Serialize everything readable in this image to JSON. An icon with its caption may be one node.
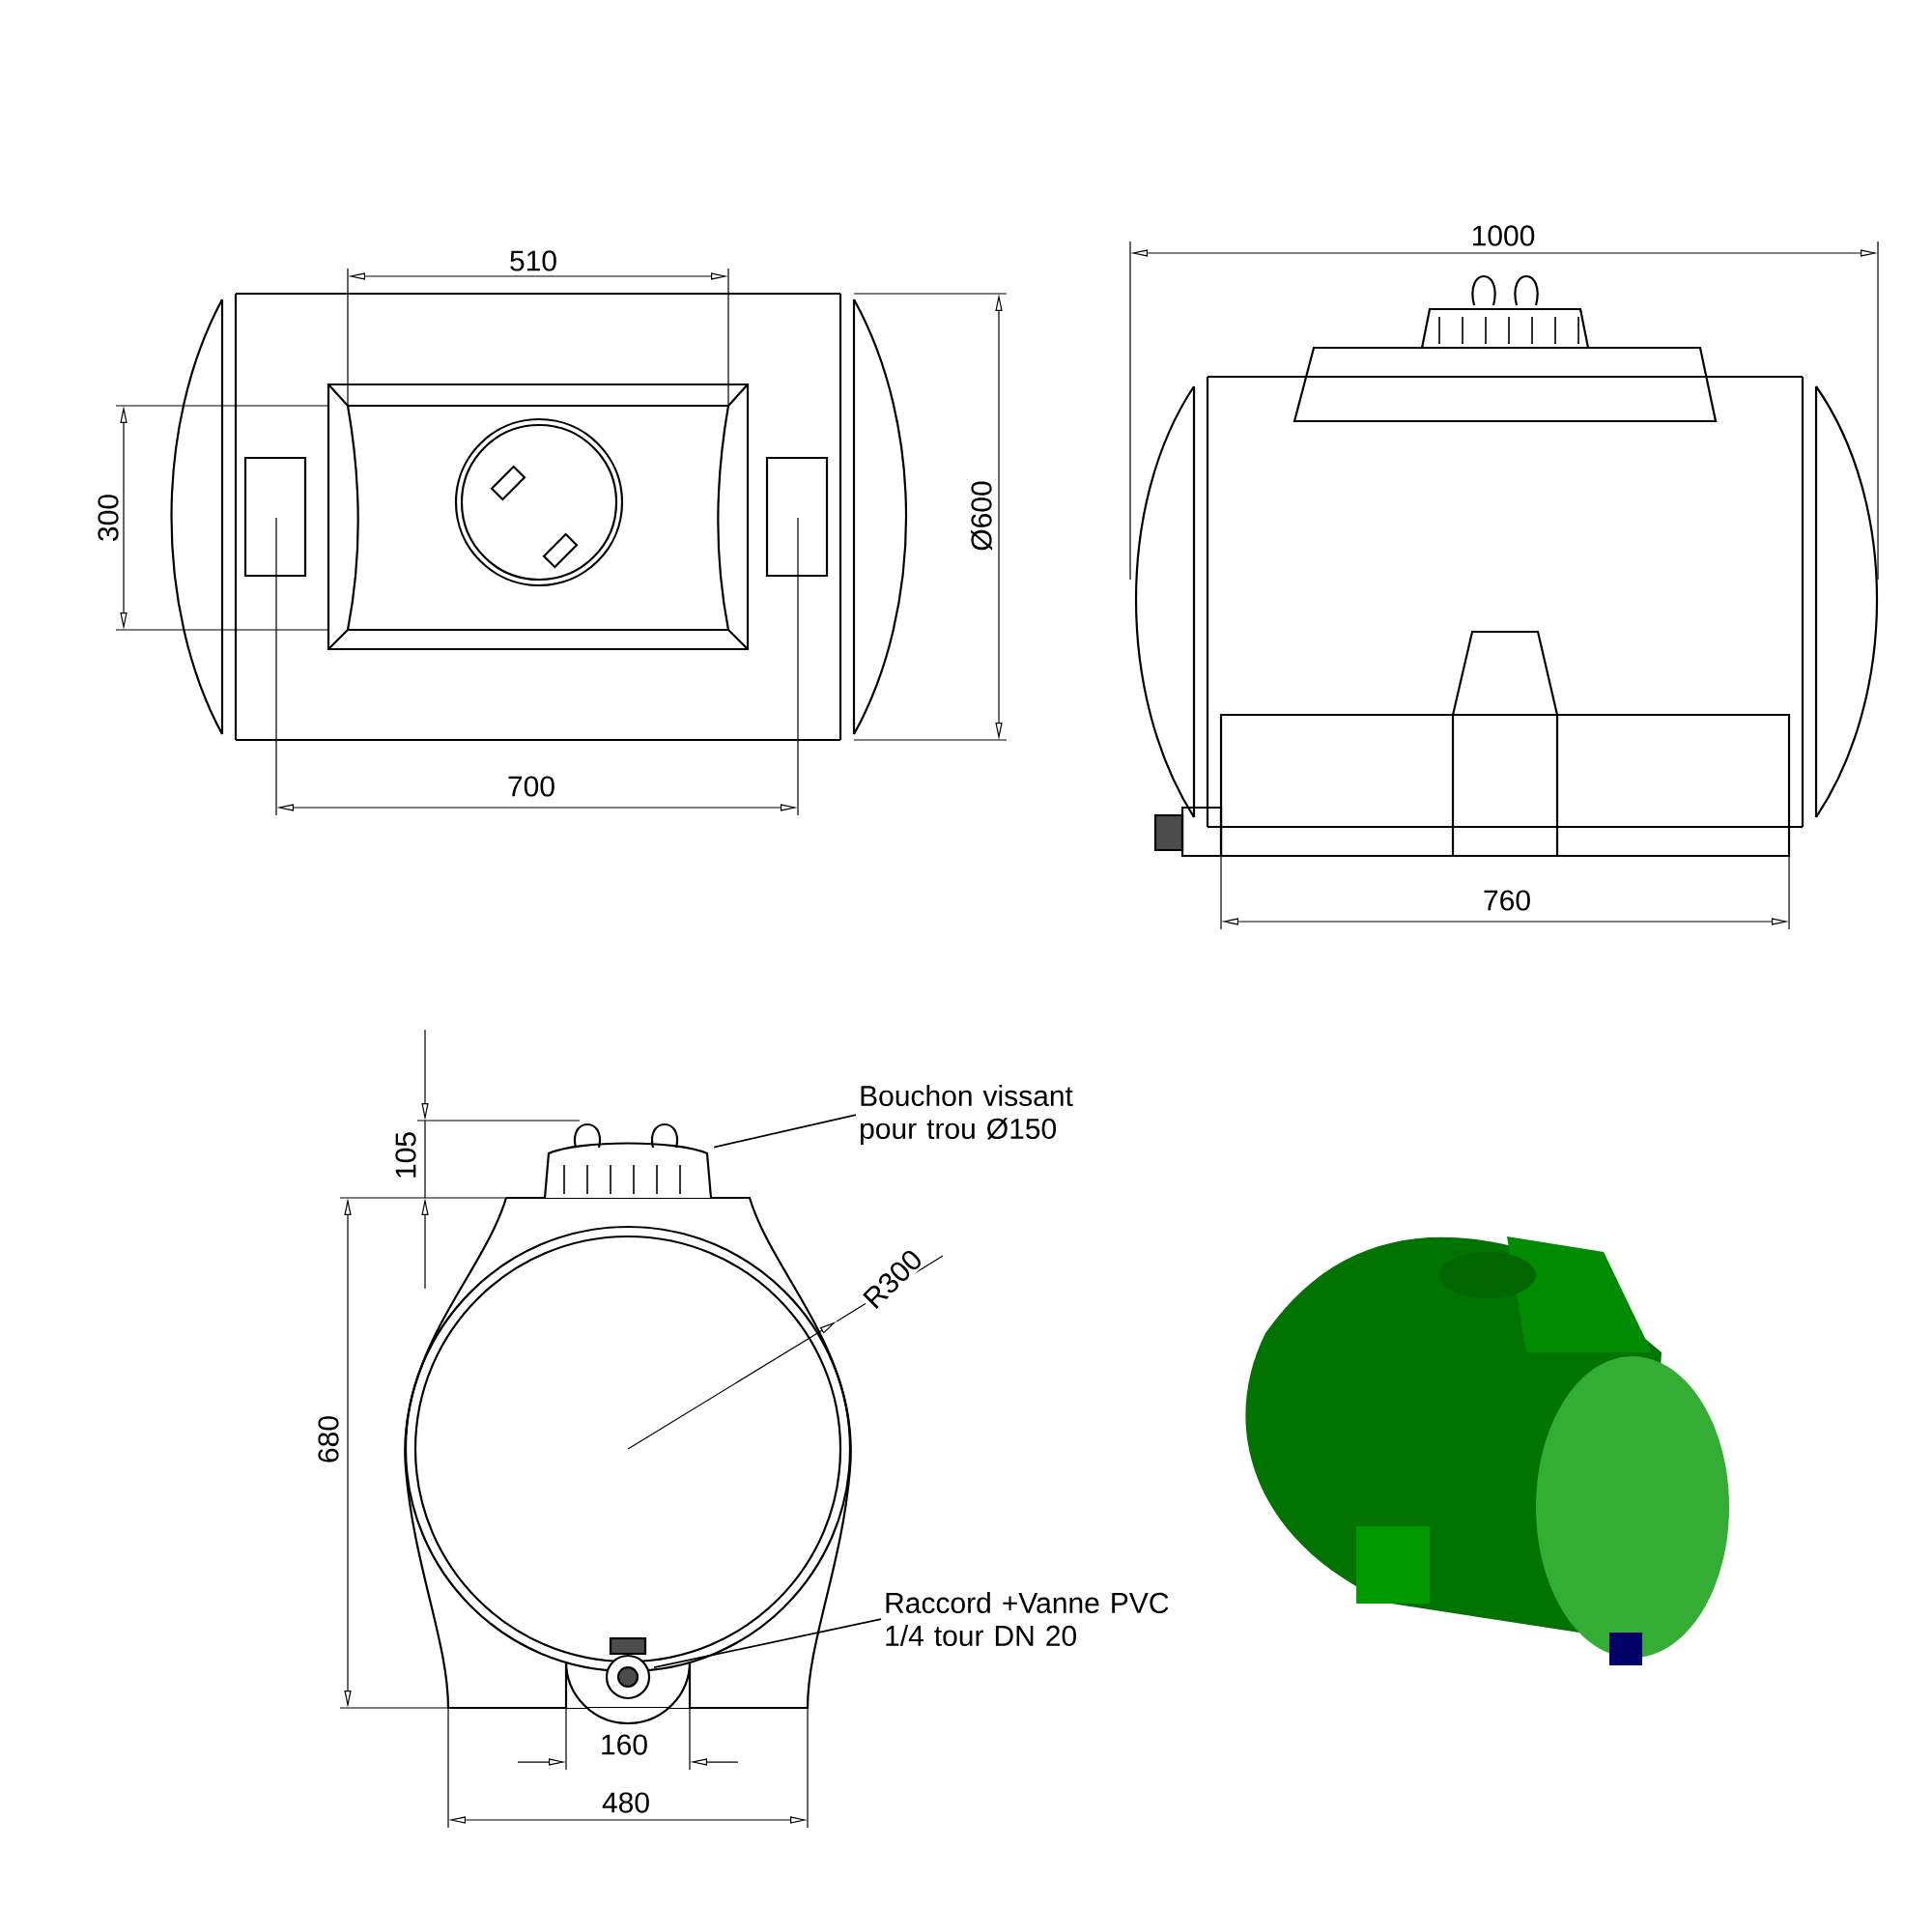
{
  "diagram": {
    "nodes": [
      {
        "text": [
          "Bouchon vissant pour trou Ø150"
        ]
      },
      {
        "text": [],
        "shape": "picture"
      },
      {
        "text": [
          "Raccord +Vanne PVC 1/4 tour DN 20"
        ]
      },
      {
        "text": [],
        "shape": "picture"
      }
    ],
    "edges": [
      {
        "from": 0,
        "to": 1,
        "arrow": "none"
      },
      {
        "from": 2,
        "to": 3,
        "arrow": "none"
      }
    ],
    "labels": [
      "1000",
      "510",
      "300",
      "Ø600",
      "700",
      "760",
      "105",
      "R300",
      "680",
      "160",
      "480"
    ]
  }
}
